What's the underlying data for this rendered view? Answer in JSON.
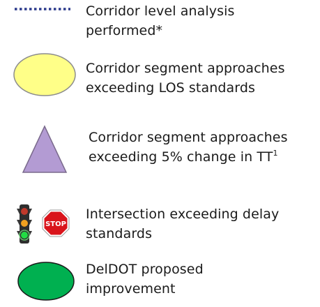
{
  "legend": {
    "items": [
      {
        "symbol": "dotted-line-icon",
        "color": "#2b3a8c",
        "label_lines": [
          "Corridor level analysis",
          "performed*"
        ]
      },
      {
        "symbol": "yellow-ellipse-icon",
        "color": "#ffff88",
        "label_lines": [
          "Corridor segment approaches",
          "exceeding LOS standards"
        ]
      },
      {
        "symbol": "purple-triangle-icon",
        "color": "#b39bd3",
        "label_lines": [
          "Corridor segment approaches",
          "exceeding 5% change in TT"
        ],
        "superscript": "1"
      },
      {
        "symbol": "traffic-light-icon",
        "secondary_symbol": "stop-sign-icon",
        "stop_sign_text": "STOP",
        "color": "#d9141b",
        "label_lines": [
          "Intersection exceeding delay",
          "standards"
        ]
      },
      {
        "symbol": "green-ellipse-icon",
        "color": "#00b050",
        "label_lines": [
          "DelDOT proposed",
          "improvement"
        ]
      }
    ]
  }
}
